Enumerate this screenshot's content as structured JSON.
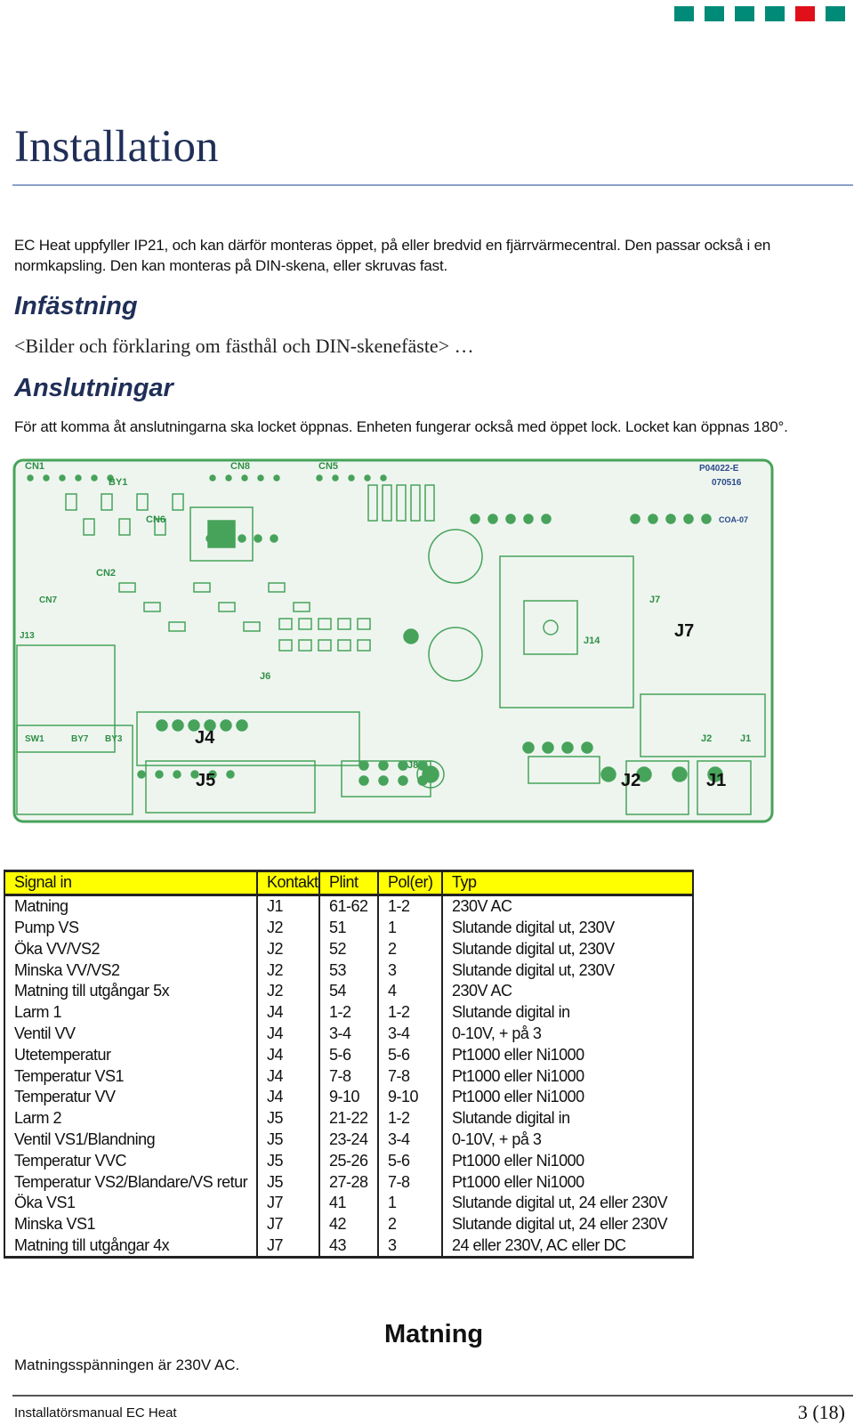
{
  "header": {
    "squares": [
      "#008a78",
      "#008a78",
      "#008a78",
      "#008a78",
      "#e0101a",
      "#008a78"
    ]
  },
  "page": {
    "title": "Installation",
    "intro": "EC Heat uppfyller IP21, och kan därför monteras öppet, på eller bredvid en fjärrvärmecentral. Den passar också i en normkapsling. Den kan monteras på DIN-skena, eller skruvas fast."
  },
  "mounting": {
    "heading": "Infästning",
    "placeholder": "<Bilder och förklaring om fästhål och DIN-skenefäste> …"
  },
  "connections": {
    "heading": "Anslutningar",
    "text": "För att komma åt anslutningarna ska locket öppnas. Enheten fungerar också med öppet lock. Locket kan öppnas 180°."
  },
  "pcb": {
    "board_id": "P04022-E",
    "date_code": "070516",
    "rev": "COA-07",
    "labels": [
      "CN1",
      "BY1",
      "CN8",
      "CN5",
      "CN6",
      "CN2",
      "CN7",
      "J13",
      "J6",
      "J4",
      "J5",
      "J8",
      "J7",
      "J14",
      "J2",
      "J1",
      "SW1",
      "BY7",
      "BY3",
      "J7",
      "J2",
      "J1"
    ]
  },
  "table": {
    "headers": [
      "Signal in",
      "Kontakt",
      "Plint",
      "Pol(er)",
      "Typ"
    ],
    "rows": [
      [
        "Matning",
        "J1",
        "61-62",
        "1-2",
        "230V AC"
      ],
      [
        "Pump VS",
        "J2",
        "51",
        "1",
        "Slutande digital ut, 230V"
      ],
      [
        "Öka VV/VS2",
        "J2",
        "52",
        "2",
        "Slutande digital ut, 230V"
      ],
      [
        "Minska VV/VS2",
        "J2",
        "53",
        "3",
        "Slutande digital ut, 230V"
      ],
      [
        "Matning till utgångar 5x",
        "J2",
        "54",
        "4",
        "230V AC"
      ],
      [
        "Larm 1",
        "J4",
        "1-2",
        "1-2",
        "Slutande digital in"
      ],
      [
        "Ventil VV",
        "J4",
        "3-4",
        "3-4",
        "0-10V, + på 3"
      ],
      [
        "Utetemperatur",
        "J4",
        "5-6",
        "5-6",
        "Pt1000 eller Ni1000"
      ],
      [
        "Temperatur VS1",
        "J4",
        "7-8",
        "7-8",
        "Pt1000 eller Ni1000"
      ],
      [
        "Temperatur VV",
        "J4",
        "9-10",
        "9-10",
        "Pt1000 eller Ni1000"
      ],
      [
        "Larm 2",
        "J5",
        "21-22",
        "1-2",
        "Slutande digital in"
      ],
      [
        "Ventil VS1/Blandning",
        "J5",
        "23-24",
        "3-4",
        "0-10V, + på 3"
      ],
      [
        "Temperatur VVC",
        "J5",
        "25-26",
        "5-6",
        "Pt1000 eller Ni1000"
      ],
      [
        "Temperatur VS2/Blandare/VS retur",
        "J5",
        "27-28",
        "7-8",
        "Pt1000 eller Ni1000"
      ],
      [
        "Öka VS1",
        "J7",
        "41",
        "1",
        "Slutande digital ut, 24 eller 230V"
      ],
      [
        "Minska VS1",
        "J7",
        "42",
        "2",
        "Slutande digital ut, 24 eller 230V"
      ],
      [
        "Matning till utgångar 4x",
        "J7",
        "43",
        "3",
        "24 eller 230V, AC eller DC"
      ]
    ]
  },
  "supply": {
    "heading": "Matning",
    "text": "Matningsspänningen är 230V AC."
  },
  "footer": {
    "left": "Installatörsmanual EC Heat",
    "right": "3 (18)"
  }
}
